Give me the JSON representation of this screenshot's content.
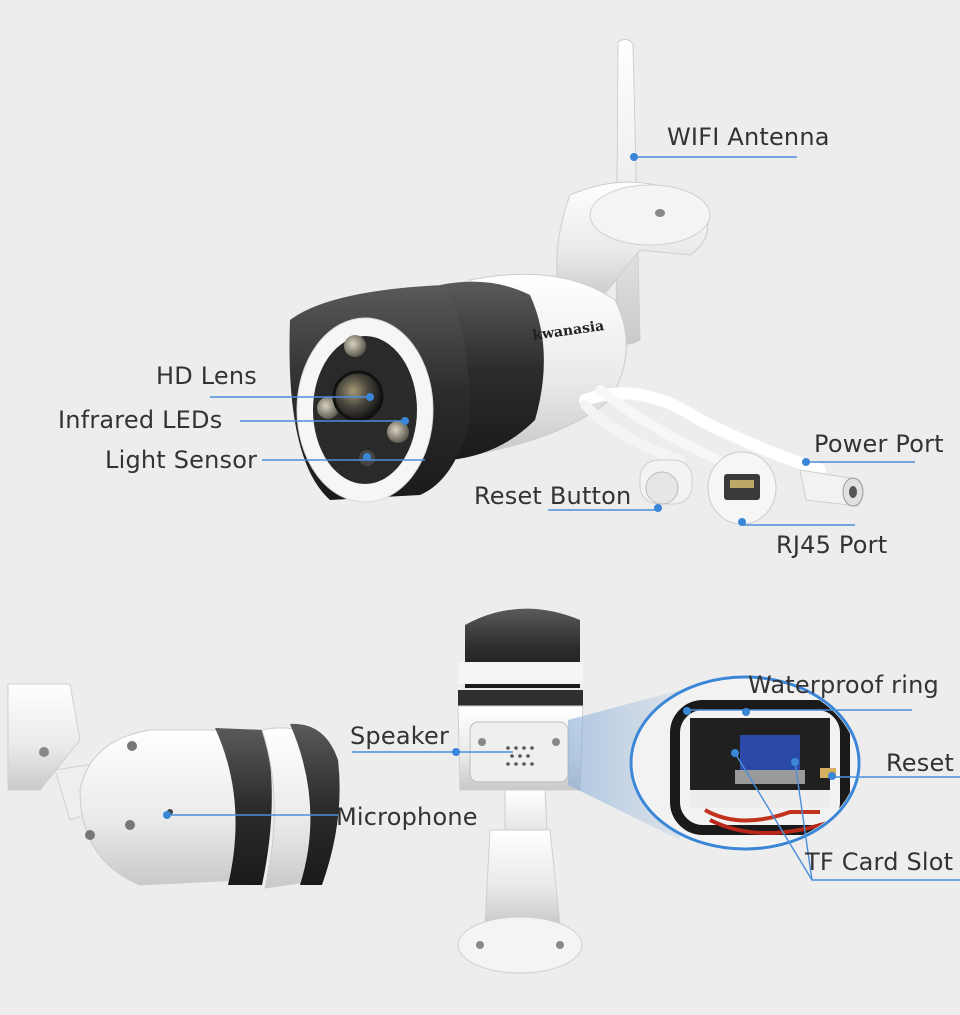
{
  "brand": "kwanasia",
  "accent_color": "#3b86d6",
  "labels": {
    "wifi_antenna": "WIFI Antenna",
    "hd_lens": "HD Lens",
    "infrared_leds": "Infrared LEDs",
    "light_sensor": "Light Sensor",
    "power_port": "Power Port",
    "reset_button": "Reset Button",
    "rj45_port": "RJ45 Port",
    "speaker": "Speaker",
    "microphone": "Microphone",
    "waterproof_ring": "Waterproof ring",
    "reset": "Reset",
    "tf_card_slot": "TF Card Slot"
  }
}
